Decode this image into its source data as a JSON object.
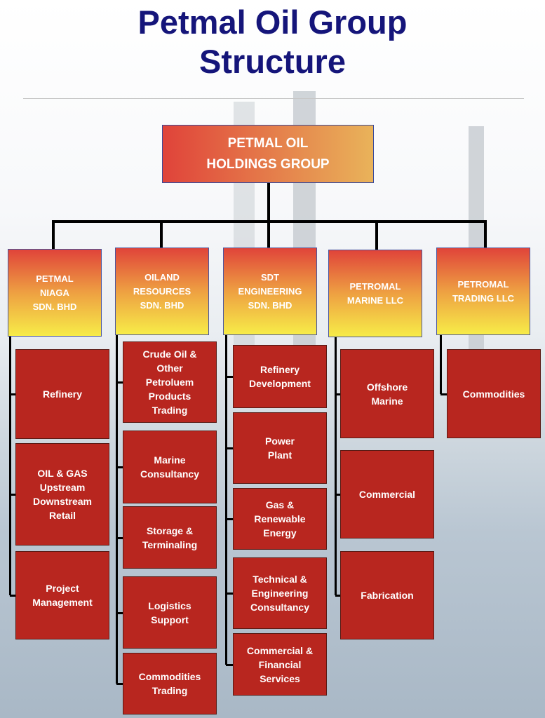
{
  "title": {
    "line1": "Petmal Oil Group",
    "line2": "Structure"
  },
  "holding": "PETMAL OIL\nHOLDINGS GROUP",
  "companies": [
    {
      "name": "PETMAL\nNIAGA\nSDN. BHD",
      "units": [
        "Refinery",
        "OIL & GAS\nUpstream\nDownstream\nRetail",
        "Project\nManagement"
      ]
    },
    {
      "name": "OILAND\nRESOURCES\nSDN. BHD",
      "units": [
        "Crude Oil &\nOther\nPetroluem\nProducts\nTrading",
        "Marine\nConsultancy",
        "Storage &\nTerminaling",
        "Logistics\nSupport",
        "Commodities\nTrading"
      ]
    },
    {
      "name": "SDT\nENGINEERING\nSDN. BHD",
      "units": [
        "Refinery\nDevelopment",
        "Power\nPlant",
        "Gas &\nRenewable\nEnergy",
        "Technical &\nEngineering\nConsultancy",
        "Commercial &\nFinancial\nServices"
      ]
    },
    {
      "name": "PETROMAL\nMARINE  LLC",
      "units": [
        "Offshore\nMarine",
        "Commercial",
        "Fabrication"
      ]
    },
    {
      "name": "PETROMAL\nTRADING  LLC",
      "units": [
        "Commodities"
      ]
    }
  ],
  "colors": {
    "title": "#15157a",
    "unit": "#b8261f"
  }
}
